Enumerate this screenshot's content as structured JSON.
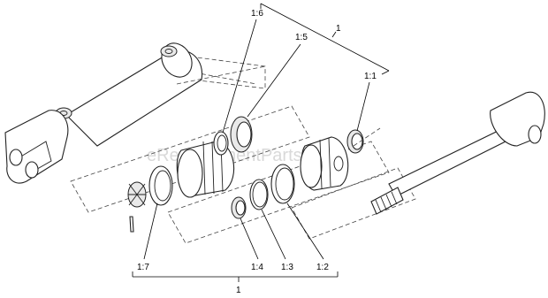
{
  "callouts": {
    "c1_6": "1:6",
    "c1_5": "1:5",
    "c1_top": "1",
    "c1_1": "1:1",
    "c1_7": "1:7",
    "c1_4": "1:4",
    "c1_3": "1:3",
    "c1_2": "1:2",
    "c1_bottom": "1"
  },
  "watermark": "eReplacementParts.com"
}
